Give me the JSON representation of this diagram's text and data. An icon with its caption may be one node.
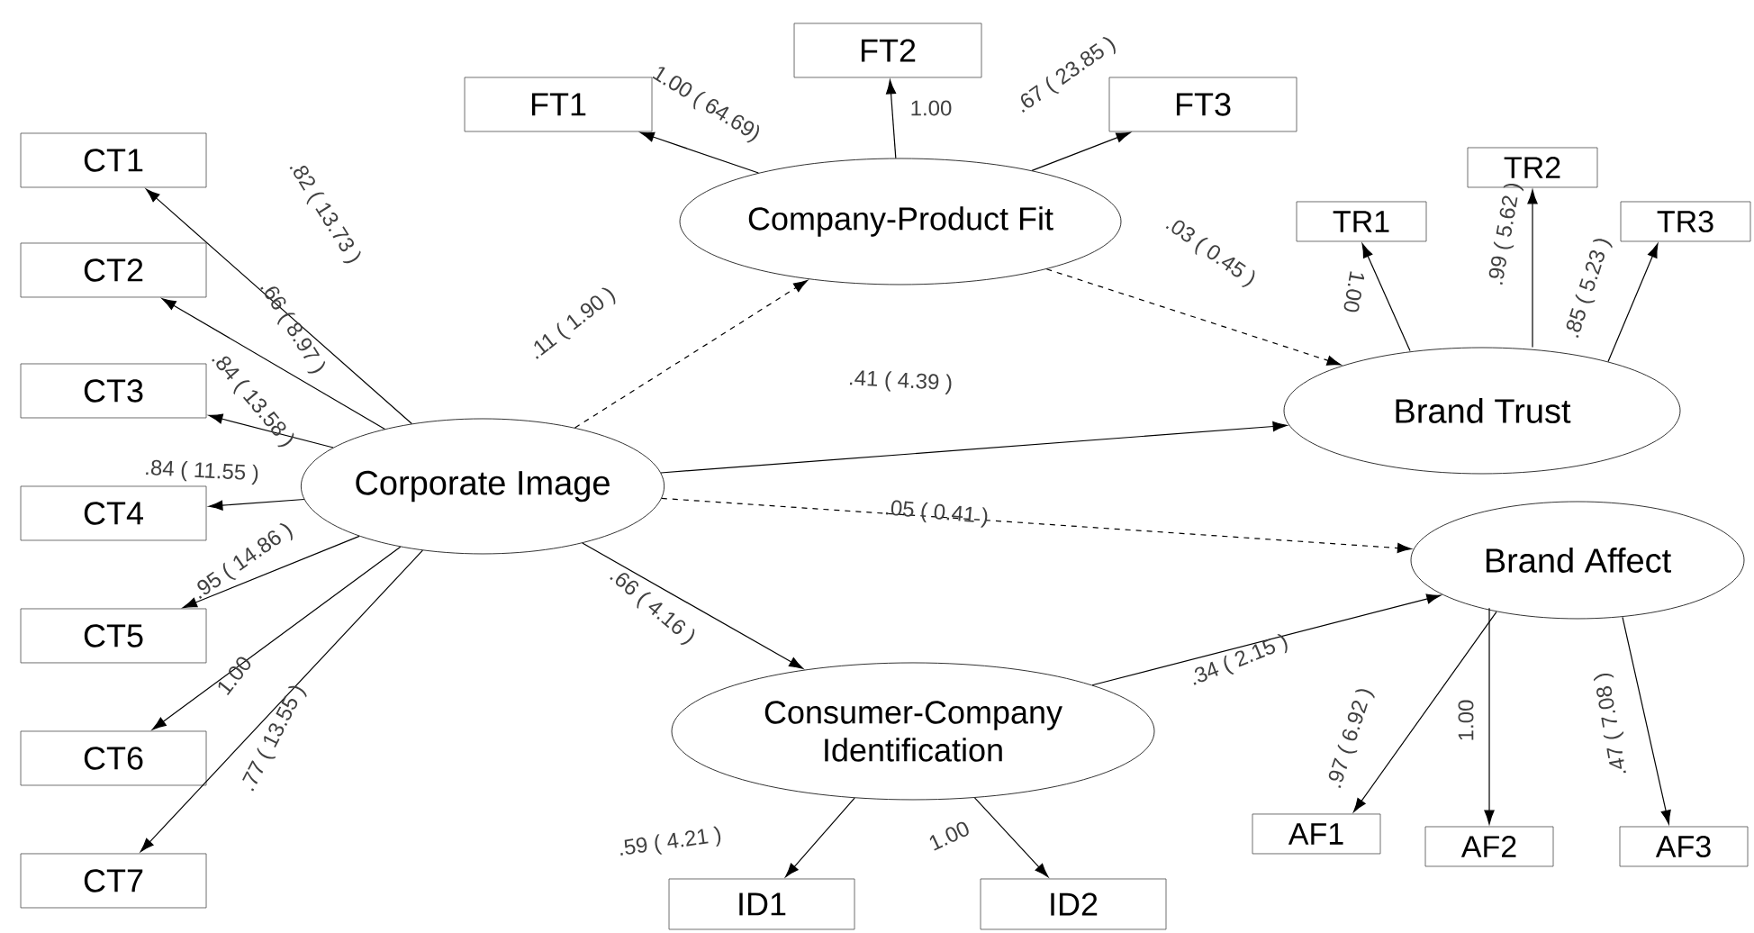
{
  "diagram": {
    "nodes": [
      {
        "text": [
          "Corporate Image"
        ]
      },
      {
        "text": [
          "Company-Product Fit"
        ]
      },
      {
        "text": [
          "Brand Trust"
        ]
      },
      {
        "text": [
          "Brand Affect"
        ]
      },
      {
        "text": [
          "Consumer-Company Identification"
        ]
      },
      {
        "text": [
          "CT1"
        ]
      },
      {
        "text": [
          "CT2"
        ]
      },
      {
        "text": [
          "CT3"
        ]
      },
      {
        "text": [
          "CT4"
        ]
      },
      {
        "text": [
          "CT5"
        ]
      },
      {
        "text": [
          "CT6"
        ]
      },
      {
        "text": [
          "CT7"
        ]
      },
      {
        "text": [
          "FT1"
        ]
      },
      {
        "text": [
          "FT2"
        ]
      },
      {
        "text": [
          "FT3"
        ]
      },
      {
        "text": [
          "TR1"
        ]
      },
      {
        "text": [
          "TR2"
        ]
      },
      {
        "text": [
          "TR3"
        ]
      },
      {
        "text": [
          "AF1"
        ]
      },
      {
        "text": [
          "AF2"
        ]
      },
      {
        "text": [
          "AF3"
        ]
      },
      {
        "text": [
          "ID1"
        ]
      },
      {
        "text": [
          "ID2"
        ]
      }
    ],
    "edges": [
      {
        "from": 0,
        "to": 5,
        "arrow": "to",
        "label": ".82 ( 13.73 )"
      },
      {
        "from": 0,
        "to": 6,
        "arrow": "to",
        "label": ".66 ( 8.97 )"
      },
      {
        "from": 0,
        "to": 7,
        "arrow": "to",
        "label": ".84 ( 13.58 )"
      },
      {
        "from": 0,
        "to": 8,
        "arrow": "to",
        "label": ".84 ( 11.55 )"
      },
      {
        "from": 0,
        "to": 9,
        "arrow": "to",
        "label": ".95 ( 14.86 )"
      },
      {
        "from": 0,
        "to": 10,
        "arrow": "to",
        "label": "1.00"
      },
      {
        "from": 0,
        "to": 11,
        "arrow": "to",
        "label": ".77 ( 13.55 )"
      },
      {
        "from": 0,
        "to": 1,
        "arrow": "to",
        "label": ".11 ( 1.90 )",
        "style": "dashed"
      },
      {
        "from": 1,
        "to": 12,
        "arrow": "to",
        "label": "1.00 ( 64.69)"
      },
      {
        "from": 1,
        "to": 13,
        "arrow": "to",
        "label": "1.00"
      },
      {
        "from": 1,
        "to": 14,
        "arrow": "to",
        "label": ".67 ( 23.85 )"
      },
      {
        "from": 1,
        "to": 2,
        "arrow": "to",
        "label": ".03 ( 0.45 )",
        "style": "dashed"
      },
      {
        "from": 0,
        "to": 2,
        "arrow": "to",
        "label": ".41 ( 4.39 )"
      },
      {
        "from": 0,
        "to": 3,
        "arrow": "to",
        "label": ".05 ( 0.41 )",
        "style": "dashed"
      },
      {
        "from": 0,
        "to": 4,
        "arrow": "to",
        "label": ".66 ( 4.16 )"
      },
      {
        "from": 4,
        "to": 3,
        "arrow": "to",
        "label": ".34 ( 2.15 )"
      },
      {
        "from": 2,
        "to": 15,
        "arrow": "to",
        "label": "1.00"
      },
      {
        "from": 2,
        "to": 16,
        "arrow": "to",
        "label": ".99 ( 5.62 )"
      },
      {
        "from": 2,
        "to": 17,
        "arrow": "to",
        "label": ".85 ( 5.23 )"
      },
      {
        "from": 3,
        "to": 18,
        "arrow": "to",
        "label": ".97 ( 6.92 )"
      },
      {
        "from": 3,
        "to": 19,
        "arrow": "to",
        "label": "1.00"
      },
      {
        "from": 3,
        "to": 20,
        "arrow": "to",
        "label": ".47 ( 7.08 )"
      },
      {
        "from": 4,
        "to": 21,
        "arrow": "to",
        "label": ".59 ( 4.21 )"
      },
      {
        "from": 4,
        "to": 22,
        "arrow": "to",
        "label": "1.00"
      }
    ]
  }
}
